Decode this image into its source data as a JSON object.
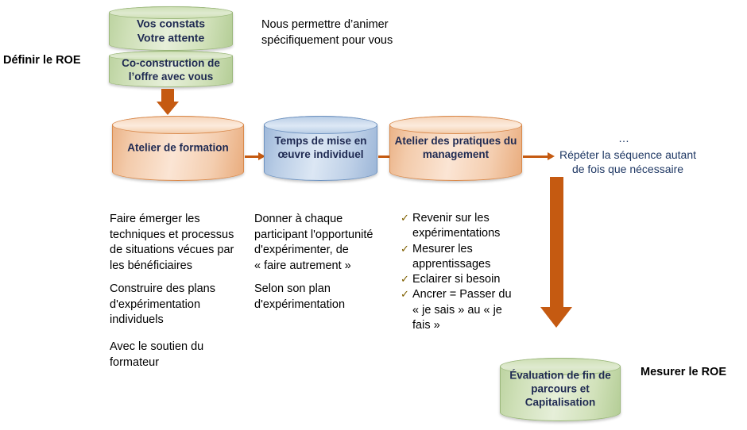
{
  "diagram": {
    "left_labels": {
      "define": "Définir le ROE",
      "measure": "Mesurer le ROE"
    },
    "top_note": "Nous permettre d’animer\nspécifiquement pour vous",
    "top_cylinders": [
      {
        "text": "Vos constats\nVotre attente",
        "color": "#d2e2bb"
      },
      {
        "text": "Co-construction  de\nl’offre avec vous",
        "color": "#d2e2bb"
      }
    ],
    "process_cylinders": [
      {
        "text": "Atelier de formation",
        "color": "#fbe5d4"
      },
      {
        "text": "Temps de mise en\nœuvre individuel",
        "color": "#dce7f4"
      },
      {
        "text": "Atelier des pratiques du\nmanagement",
        "color": "#fbe5d4"
      }
    ],
    "loop_note": {
      "ellipsis": "…",
      "text": "Répéter  la séquence autant\nde fois que nécessaire"
    },
    "columns": [
      {
        "paragraphs": [
          "Faire émerger les\ntechniques et processus\nde situations vécues par\nles bénéficiaires",
          "Construire des plans\nd'expérimentation\nindividuels",
          "Avec  le soutien du\nformateur"
        ]
      },
      {
        "paragraphs": [
          "Donner à chaque\nparticipant l'opportunité\nd'expérimenter, de\n« faire autrement »",
          "Selon son plan\nd'expérimentation"
        ]
      }
    ],
    "checklist": {
      "tick": "✓",
      "tick_color": "#7f6000",
      "items": [
        "Revenir sur les\nexpérimentations",
        "Mesurer les\napprentissages",
        "Eclairer si besoin",
        "Ancrer = Passer du\n« je sais » au « je\nfais »"
      ]
    },
    "result_cylinder": {
      "text": "Évaluation de fin de\nparcours et\nCapitalisation",
      "color": "#d2e2bb"
    },
    "colors": {
      "arrow": "#c55a11",
      "green_fill": "#d2e2bb",
      "orange_fill": "#fbe5d4",
      "blue_fill": "#dce7f4",
      "note_text": "#1f3864",
      "cyl_text": "#1f2a52"
    }
  }
}
